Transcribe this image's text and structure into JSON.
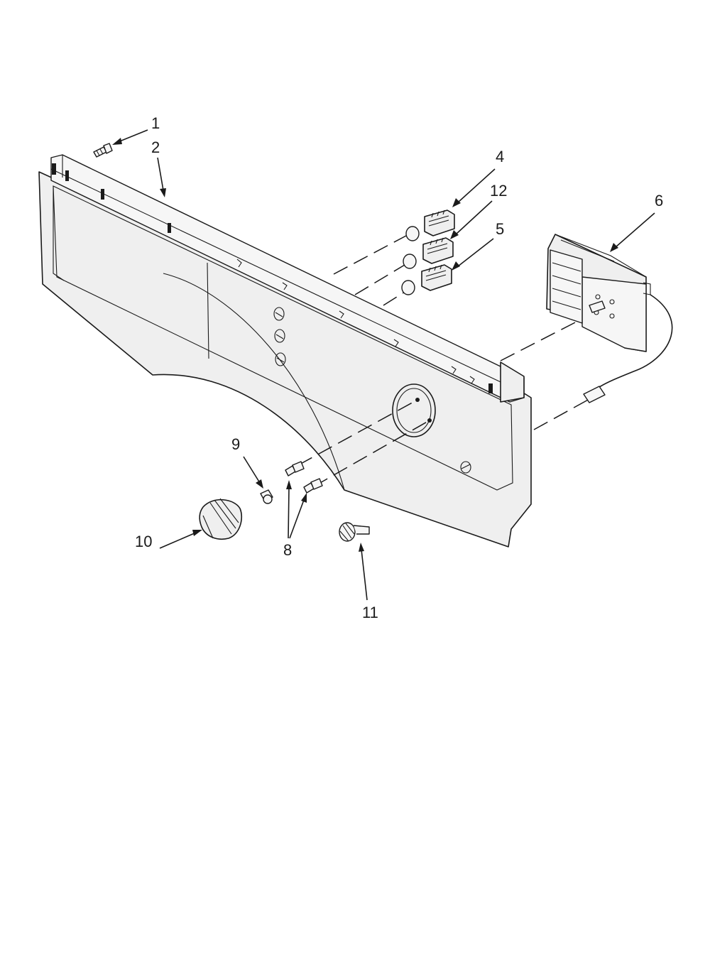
{
  "callouts": {
    "c1": "1",
    "c2": "2",
    "c4": "4",
    "c12": "12",
    "c5": "5",
    "c6": "6",
    "c9": "9",
    "c10": "10",
    "c8": "8",
    "c11": "11"
  }
}
